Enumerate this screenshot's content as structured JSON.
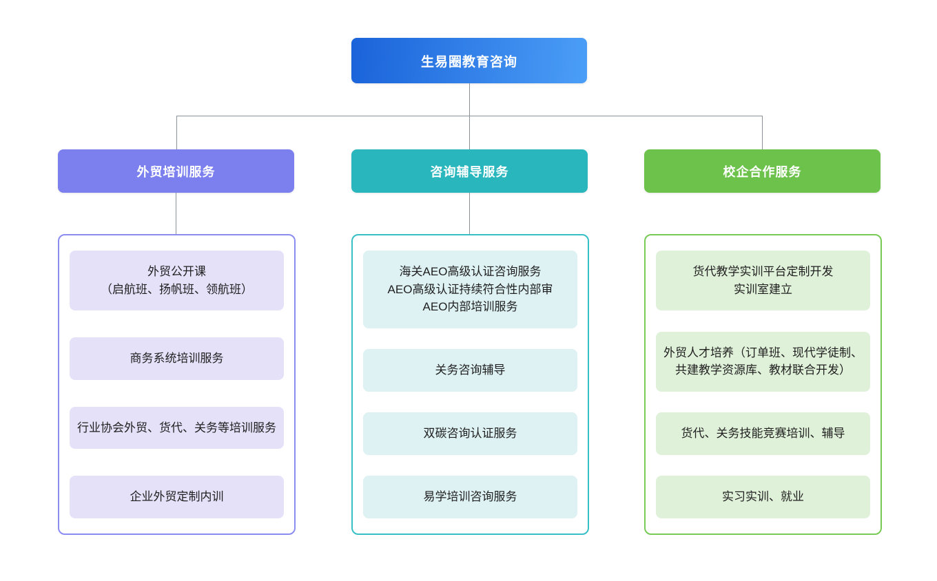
{
  "chart": {
    "type": "org-chart",
    "root": {
      "label": "生易圈教育咨询",
      "gradient": [
        "#1a63da",
        "#4b9ef7"
      ]
    },
    "connector_color": "#8a9199",
    "branches": [
      {
        "label": "外贸培训服务",
        "colors": {
          "header": "#7b80ee",
          "border": "#8b8cf2",
          "item_bg": "#e4e1f9"
        },
        "items": [
          "外贸公开课\n（启航班、扬帆班、领航班）",
          "商务系统培训服务",
          "行业协会外贸、货代、关务等培训服务",
          "企业外贸定制内训"
        ]
      },
      {
        "label": "咨询辅导服务",
        "colors": {
          "header": "#29b7bd",
          "border": "#36bfc5",
          "item_bg": "#def1f3"
        },
        "items": [
          "海关AEO高级认证咨询服务\nAEO高级认证持续符合性内部审\nAEO内部培训服务",
          "关务咨询辅导",
          "双碳咨询认证服务",
          "易学培训咨询服务"
        ]
      },
      {
        "label": "校企合作服务",
        "colors": {
          "header": "#6cc24a",
          "border": "#78ca55",
          "item_bg": "#e0f1da"
        },
        "items": [
          "货代教学实训平台定制开发\n实训室建立",
          "外贸人才培养（订单班、现代学徒制、共建教学资源库、教材联合开发）",
          "货代、关务技能竞赛培训、辅导",
          "实习实训、就业"
        ]
      }
    ]
  }
}
